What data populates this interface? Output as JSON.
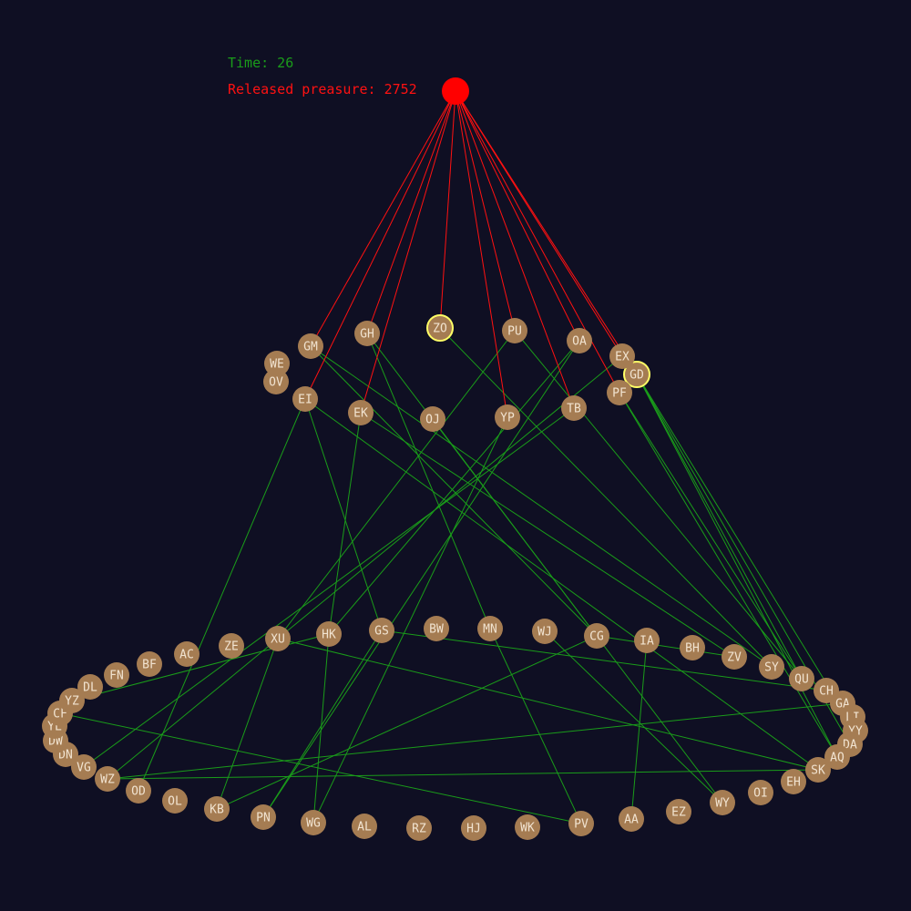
{
  "stats": {
    "time_label": "Time: 26",
    "pressure_label": "Released preasure: 2752"
  },
  "colors": {
    "background": "#0f0f23",
    "node_fill": "#a57c52",
    "node_label": "#f1e3d0",
    "open_outline": "#ffff66",
    "active_edge": "#ff1111",
    "tunnel_edge": "#1a9c1a",
    "current_node": "#ff0000"
  },
  "nodes": [
    {
      "id": "ZO",
      "open": true
    },
    {
      "id": "GD",
      "open": true
    },
    {
      "id": "GM"
    },
    {
      "id": "GH"
    },
    {
      "id": "PU"
    },
    {
      "id": "OA"
    },
    {
      "id": "EX"
    },
    {
      "id": "WE"
    },
    {
      "id": "OV"
    },
    {
      "id": "EI"
    },
    {
      "id": "EK"
    },
    {
      "id": "OJ"
    },
    {
      "id": "YP"
    },
    {
      "id": "TB"
    },
    {
      "id": "PF"
    },
    {
      "id": "XU"
    },
    {
      "id": "HK"
    },
    {
      "id": "GS"
    },
    {
      "id": "BW"
    },
    {
      "id": "MN"
    },
    {
      "id": "WJ"
    },
    {
      "id": "CG"
    },
    {
      "id": "IA"
    },
    {
      "id": "BH"
    },
    {
      "id": "ZV"
    },
    {
      "id": "SY"
    },
    {
      "id": "QU"
    },
    {
      "id": "CH"
    },
    {
      "id": "GA"
    },
    {
      "id": "LI"
    },
    {
      "id": "YY"
    },
    {
      "id": "DA"
    },
    {
      "id": "AQ"
    },
    {
      "id": "SK"
    },
    {
      "id": "EH"
    },
    {
      "id": "OI"
    },
    {
      "id": "WY"
    },
    {
      "id": "EZ"
    },
    {
      "id": "AA"
    },
    {
      "id": "PV"
    },
    {
      "id": "WK"
    },
    {
      "id": "HJ"
    },
    {
      "id": "RZ"
    },
    {
      "id": "AL"
    },
    {
      "id": "WG"
    },
    {
      "id": "PN"
    },
    {
      "id": "KB"
    },
    {
      "id": "OL"
    },
    {
      "id": "OD"
    },
    {
      "id": "WZ"
    },
    {
      "id": "VG"
    },
    {
      "id": "DN"
    },
    {
      "id": "DW"
    },
    {
      "id": "YL"
    },
    {
      "id": "CF"
    },
    {
      "id": "YZ"
    },
    {
      "id": "DL"
    },
    {
      "id": "FN"
    },
    {
      "id": "BF"
    },
    {
      "id": "AC"
    },
    {
      "id": "ZE"
    }
  ],
  "active_edges": [
    [
      "ROOT",
      "ZO"
    ],
    [
      "ROOT",
      "GM"
    ],
    [
      "ROOT",
      "GH"
    ],
    [
      "ROOT",
      "EI"
    ],
    [
      "ROOT",
      "EK"
    ],
    [
      "ROOT",
      "PU"
    ],
    [
      "ROOT",
      "YP"
    ],
    [
      "ROOT",
      "OA"
    ],
    [
      "ROOT",
      "EX"
    ],
    [
      "ROOT",
      "GD"
    ],
    [
      "ROOT",
      "PF"
    ],
    [
      "ROOT",
      "TB"
    ]
  ],
  "tunnel_edges": [
    [
      "ZO",
      "SY"
    ],
    [
      "GM",
      "SY"
    ],
    [
      "GM",
      "CG"
    ],
    [
      "GH",
      "MN"
    ],
    [
      "GH",
      "CG"
    ],
    [
      "PU",
      "XU"
    ],
    [
      "PU",
      "QU"
    ],
    [
      "OA",
      "HK"
    ],
    [
      "OA",
      "PN"
    ],
    [
      "EX",
      "XU"
    ],
    [
      "GD",
      "DA"
    ],
    [
      "GD",
      "AQ"
    ],
    [
      "GD",
      "YY"
    ],
    [
      "GD",
      "QU"
    ],
    [
      "EI",
      "GS"
    ],
    [
      "EI",
      "OD"
    ],
    [
      "EI",
      "SK"
    ],
    [
      "EK",
      "HK"
    ],
    [
      "EK",
      "ZV"
    ],
    [
      "OJ",
      "WY"
    ],
    [
      "YP",
      "WG"
    ],
    [
      "TB",
      "VG"
    ],
    [
      "PF",
      "QU"
    ],
    [
      "PF",
      "AQ"
    ],
    [
      "XU",
      "KB"
    ],
    [
      "XU",
      "WZ"
    ],
    [
      "XU",
      "SK"
    ],
    [
      "HK",
      "WG"
    ],
    [
      "HK",
      "YZ"
    ],
    [
      "GS",
      "PN"
    ],
    [
      "GS",
      "CH"
    ],
    [
      "MN",
      "PV"
    ],
    [
      "WJ",
      "WY"
    ],
    [
      "CG",
      "KB"
    ],
    [
      "CG",
      "ZV"
    ],
    [
      "IA",
      "AA"
    ],
    [
      "CF",
      "PV"
    ],
    [
      "WZ",
      "GA"
    ],
    [
      "WZ",
      "SK"
    ]
  ]
}
